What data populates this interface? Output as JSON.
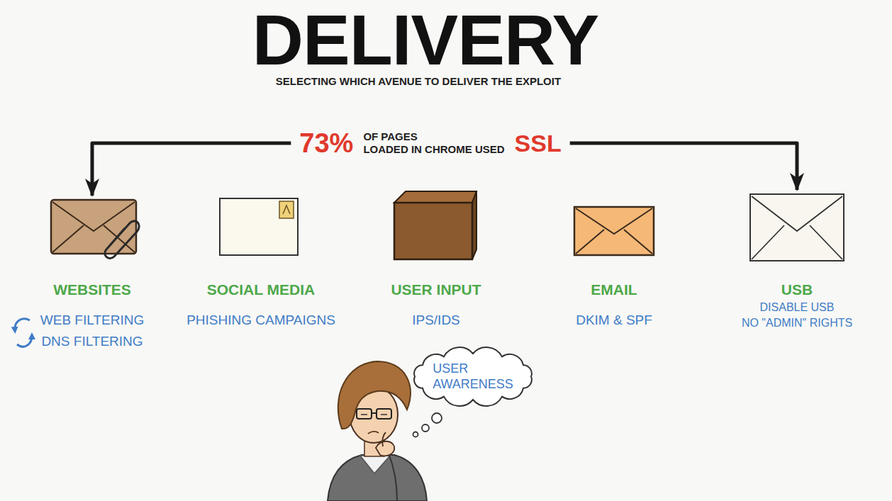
{
  "diagram": {
    "title": "DELIVERY",
    "nodes": [
      {
        "text": [
          "73%",
          "OF PAGES",
          "LOADED IN CHROME USED",
          "SSL"
        ]
      },
      {
        "text": [
          "WEBSITES",
          "WEB FILTERING",
          "DNS FILTERING"
        ]
      },
      {
        "text": [
          "SOCIAL MEDIA",
          "PHISHING CAMPAIGNS"
        ]
      },
      {
        "text": [
          "USER INPUT",
          "IPS/IDS"
        ]
      },
      {
        "text": [
          "EMAIL",
          "DKIM & SPF"
        ]
      },
      {
        "text": [
          "USB",
          "DISABLE USB",
          "NO \"ADMIN\" RIGHTS"
        ]
      },
      {
        "text": [
          "USER AWARENESS"
        ]
      }
    ],
    "edges": [
      {
        "from": 0,
        "to": 1,
        "arrow": "to"
      },
      {
        "from": 0,
        "to": 5,
        "arrow": "to"
      }
    ],
    "labels": [
      "SELECTING WHICH AVENUE TO DELIVER THE EXPLOIT"
    ]
  }
}
